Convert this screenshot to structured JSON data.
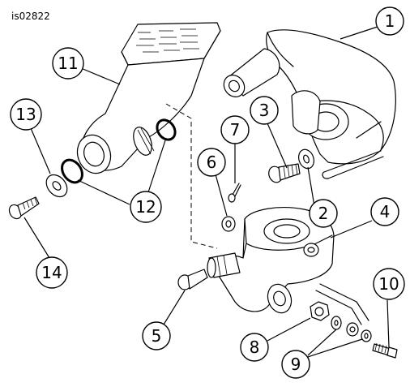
{
  "figure_ref": "is02822",
  "callouts": [
    {
      "id": "c1",
      "label": "1"
    },
    {
      "id": "c2",
      "label": "2"
    },
    {
      "id": "c3",
      "label": "3"
    },
    {
      "id": "c4",
      "label": "4"
    },
    {
      "id": "c5",
      "label": "5"
    },
    {
      "id": "c6",
      "label": "6"
    },
    {
      "id": "c7",
      "label": "7"
    },
    {
      "id": "c8",
      "label": "8"
    },
    {
      "id": "c9",
      "label": "9"
    },
    {
      "id": "c10",
      "label": "10"
    },
    {
      "id": "c11",
      "label": "11"
    },
    {
      "id": "c12",
      "label": "12"
    },
    {
      "id": "c13",
      "label": "13"
    },
    {
      "id": "c14",
      "label": "14"
    }
  ]
}
